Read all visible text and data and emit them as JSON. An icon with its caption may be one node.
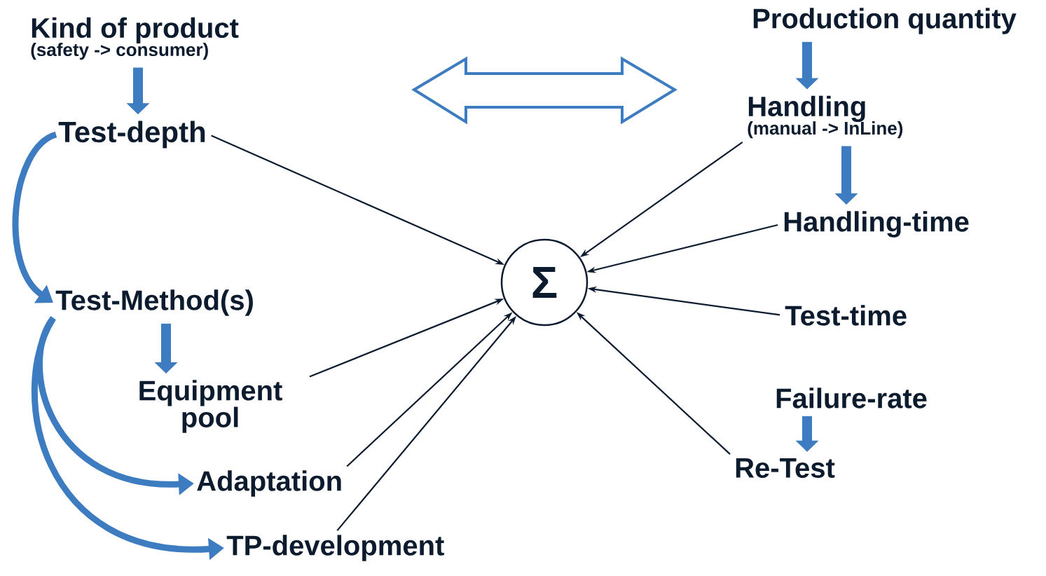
{
  "diagram": {
    "nodes": [
      {
        "text": [
          "Kind of product",
          "(safety -> consumer)"
        ]
      },
      {
        "text": [
          "Production quantity"
        ]
      },
      {
        "text": [
          "Test-depth"
        ]
      },
      {
        "text": [
          "Handling",
          "(manual -> InLine)"
        ]
      },
      {
        "text": [
          "Σ"
        ]
      },
      {
        "text": [
          "Handling-time"
        ]
      },
      {
        "text": [
          "Test-Method(s)"
        ]
      },
      {
        "text": [
          "Test-time"
        ]
      },
      {
        "text": [
          "Equipment pool"
        ]
      },
      {
        "text": [
          "Failure-rate"
        ]
      },
      {
        "text": [
          "Re-Test"
        ]
      },
      {
        "text": [
          "Adaptation"
        ]
      },
      {
        "text": [
          "TP-development"
        ]
      }
    ],
    "edges": [
      {
        "from": 0,
        "to": 2,
        "arrow": "to",
        "style": "thick",
        "color": "#3d7cc0"
      },
      {
        "from": 1,
        "to": 3,
        "arrow": "to",
        "style": "thick",
        "color": "#3d7cc0"
      },
      {
        "from": 3,
        "to": 5,
        "arrow": "to",
        "style": "thick",
        "color": "#3d7cc0"
      },
      {
        "from": 6,
        "to": 8,
        "arrow": "to",
        "style": "thick",
        "color": "#3d7cc0"
      },
      {
        "from": 9,
        "to": 10,
        "arrow": "to",
        "style": "thick",
        "color": "#3d7cc0"
      },
      {
        "from": 2,
        "to": 6,
        "arrow": "to",
        "style": "thick",
        "color": "#3d7cc0"
      },
      {
        "from": 6,
        "to": 11,
        "arrow": "to",
        "style": "thick",
        "color": "#3d7cc0"
      },
      {
        "from": 6,
        "to": 12,
        "arrow": "to",
        "style": "thick",
        "color": "#3d7cc0"
      },
      {
        "from": 2,
        "to": 4,
        "arrow": "to",
        "color": "#0d1b2e"
      },
      {
        "from": 3,
        "to": 4,
        "arrow": "to",
        "color": "#0d1b2e"
      },
      {
        "from": 5,
        "to": 4,
        "arrow": "to",
        "color": "#0d1b2e"
      },
      {
        "from": 7,
        "to": 4,
        "arrow": "to",
        "color": "#0d1b2e"
      },
      {
        "from": 8,
        "to": 4,
        "arrow": "to",
        "color": "#0d1b2e"
      },
      {
        "from": 11,
        "to": 4,
        "arrow": "to",
        "color": "#0d1b2e"
      },
      {
        "from": 12,
        "to": 4,
        "arrow": "to",
        "color": "#0d1b2e"
      },
      {
        "from": 10,
        "to": 4,
        "arrow": "to",
        "color": "#0d1b2e"
      }
    ]
  }
}
